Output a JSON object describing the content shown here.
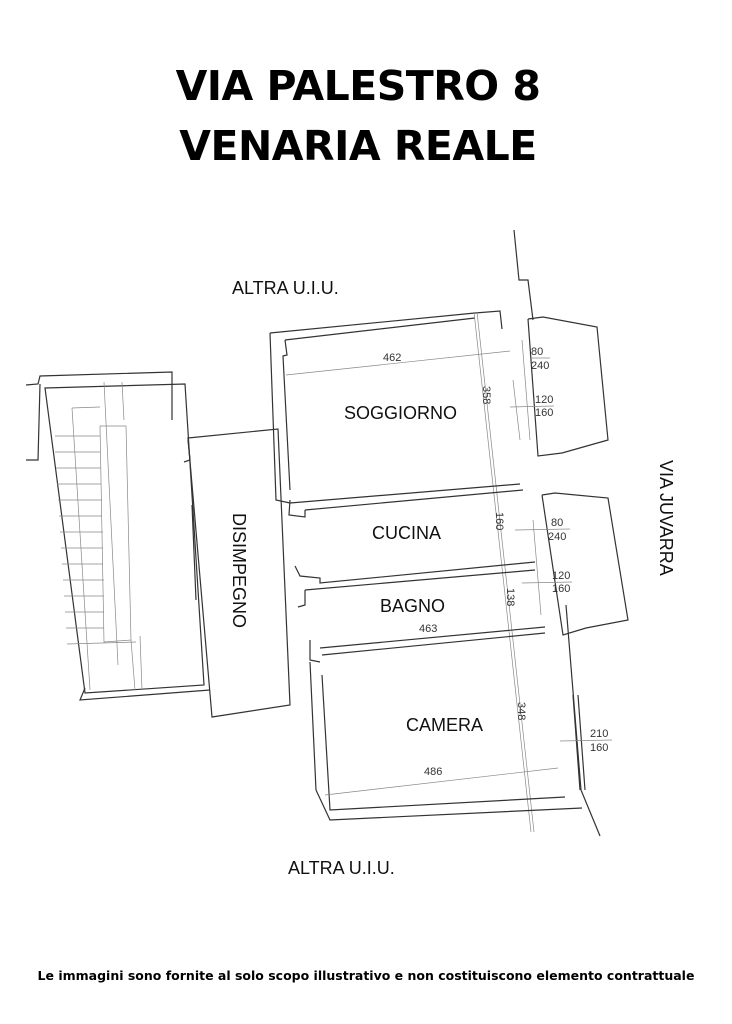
{
  "title": {
    "line1": "VIA PALESTRO 8",
    "line2": "VENARIA REALE"
  },
  "plan": {
    "neighbors": {
      "top": "ALTRA U.I.U.",
      "bottom": "ALTRA U.I.U.",
      "street_right": "VIA JUVARRA"
    },
    "rooms": {
      "soggiorno": "SOGGIORNO",
      "cucina": "CUCINA",
      "bagno": "BAGNO",
      "camera": "CAMERA",
      "disimpegno": "DISIMPEGNO"
    },
    "dimensions": {
      "soggiorno_width": "462",
      "soggiorno_depth": "358",
      "soggiorno_win1_top": "80",
      "soggiorno_win1_bottom": "240",
      "soggiorno_win2_top": "120",
      "soggiorno_win2_bottom": "160",
      "cucina_depth": "160",
      "cucina_win_top": "80",
      "cucina_win_bottom": "240",
      "bagno_win_top": "120",
      "bagno_win_bottom": "160",
      "bagno_depth": "138",
      "bagno_width": "463",
      "camera_depth": "348",
      "camera_win_top": "210",
      "camera_win_bottom": "160",
      "camera_width": "486"
    }
  },
  "footer": "Le immagini sono fornite al solo scopo illustrativo e non costituiscono elemento contrattuale"
}
